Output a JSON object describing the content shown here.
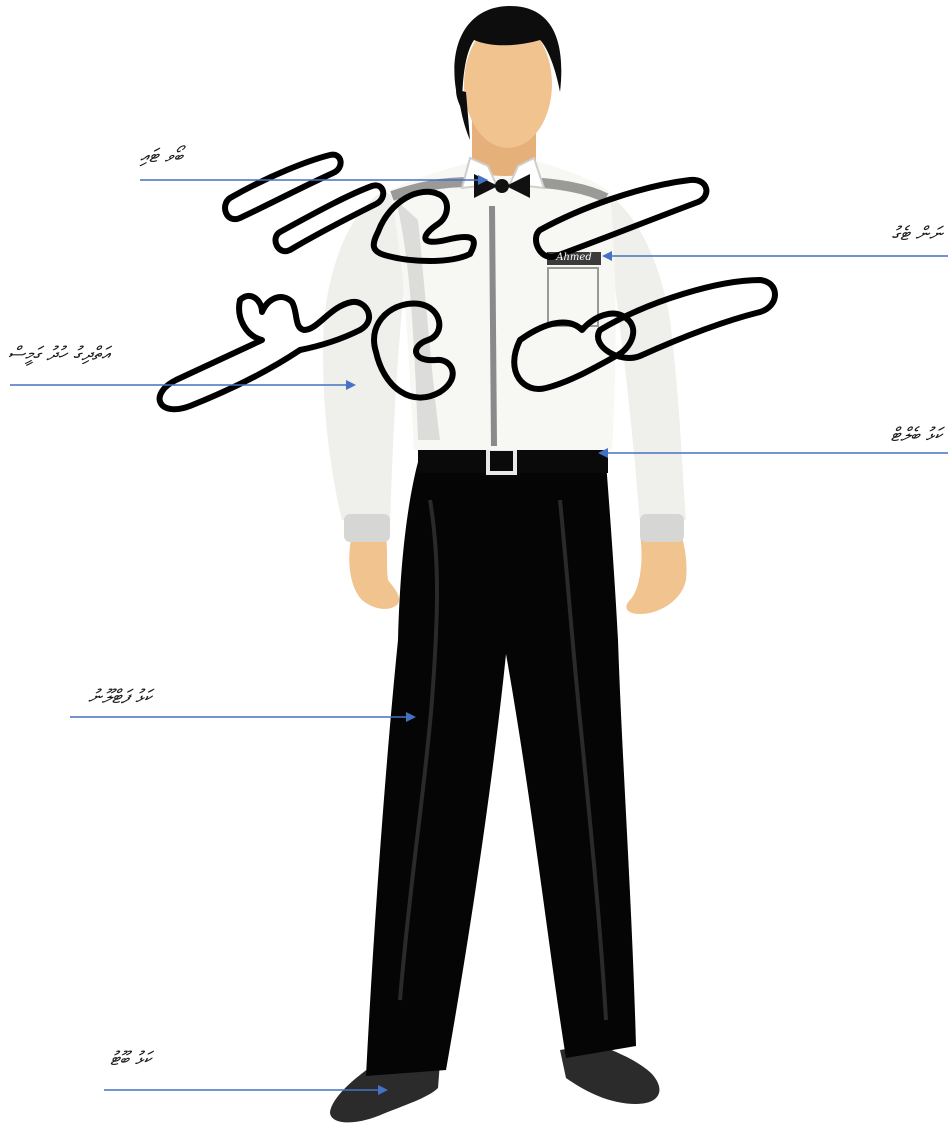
{
  "labels": {
    "tie": "ބޯވ ޓައި",
    "name_tag": "ނަން ޓެގު",
    "shirt": "އަތްދިގު ހުދު ގަމީސް",
    "belt": "ކަޅު ބެލްޓް",
    "trousers": "ކަޅު ފަޓްލޫނު",
    "shoes": "ކަޅު ބޫޓު"
  },
  "name_tag_text": "Ahmed",
  "watermark_text": "ނުމާ ނޫ",
  "colors": {
    "arrow": "#4472c4",
    "skin": "#f1c38e",
    "hair": "#0d0d0d",
    "shirt": "#f7f7f4",
    "shirt_shadow": "#d4d4d2",
    "trousers": "#050505",
    "shoes": "#2b2b2b",
    "name_tag": "#3b3b3b"
  }
}
